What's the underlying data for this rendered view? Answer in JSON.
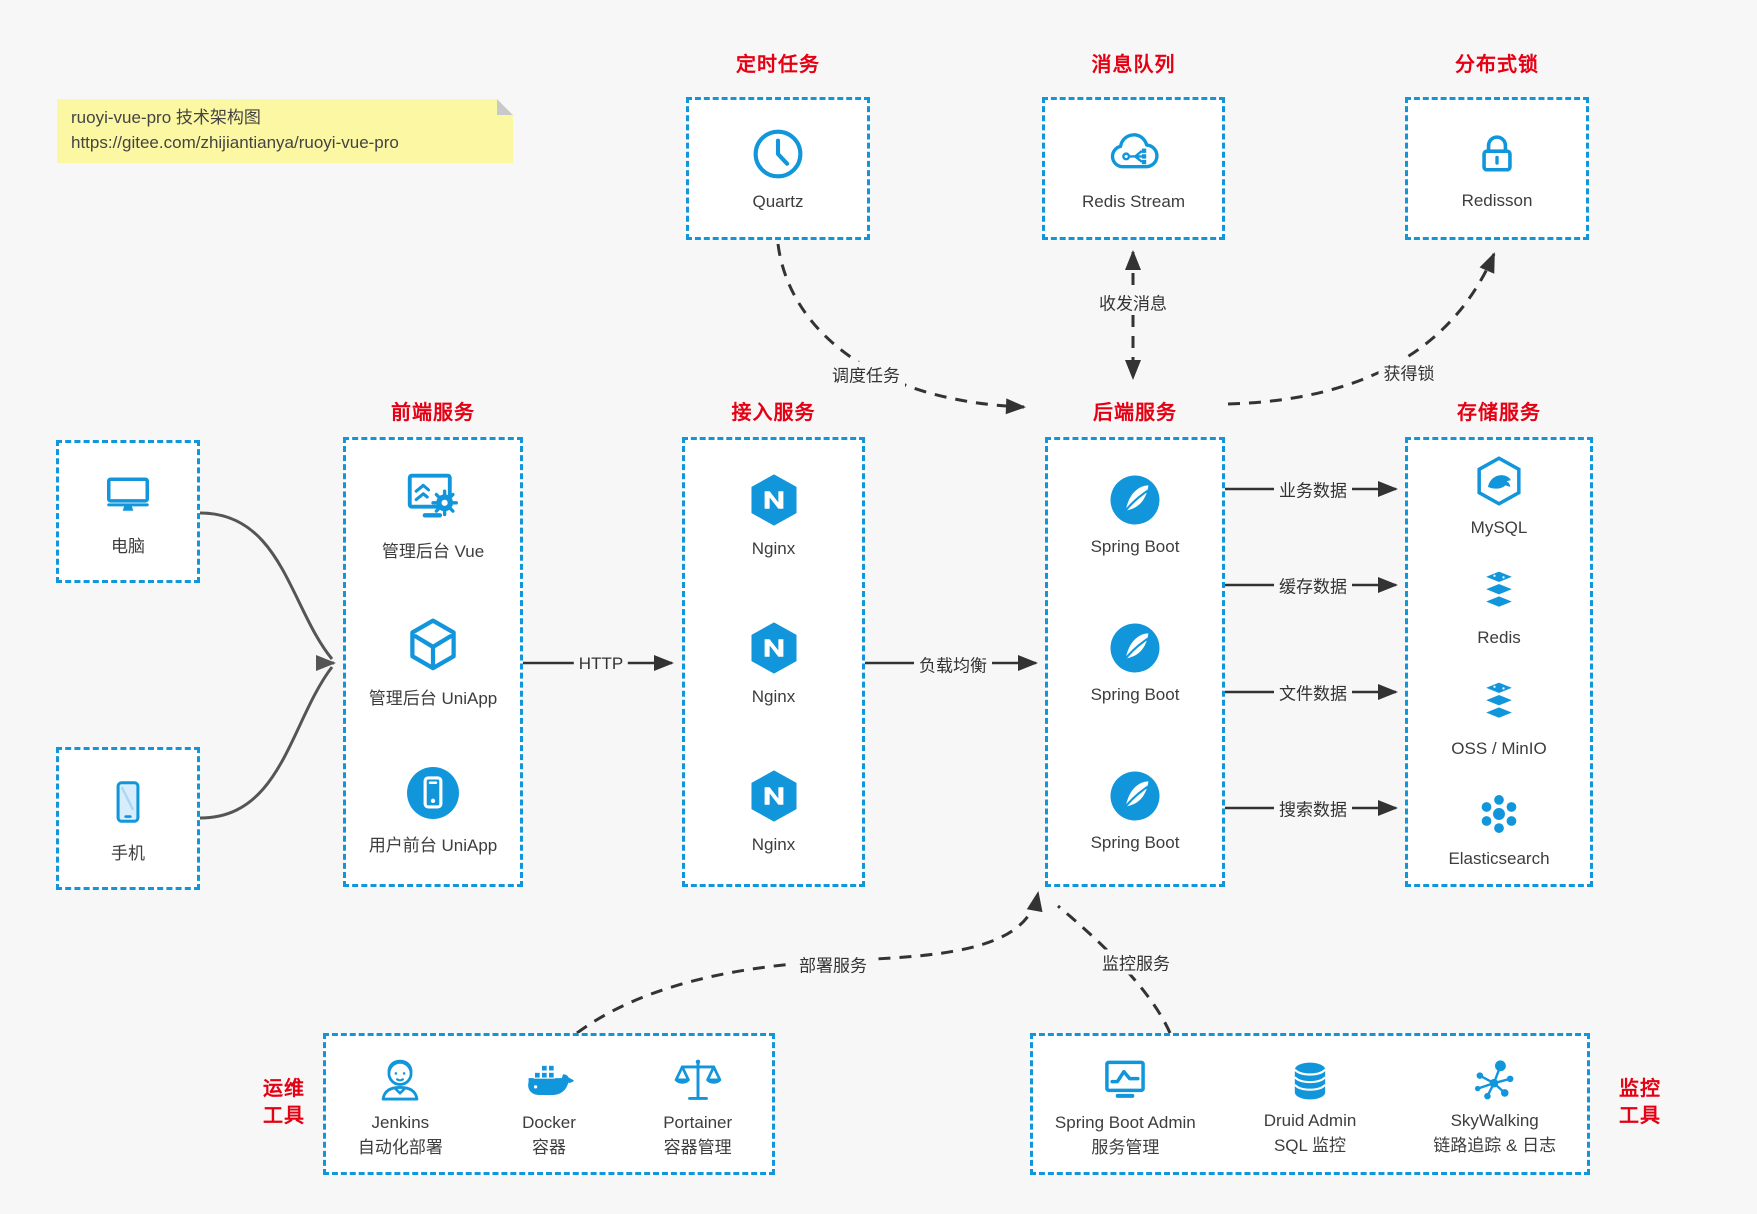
{
  "colors": {
    "accent_blue": "#1296db",
    "title_red": "#e60013",
    "arrow_dark": "#333333",
    "arrow_gray": "#555555",
    "note_bg": "#fbf7a2",
    "canvas_bg": "#f7f7f7"
  },
  "note": {
    "title": "ruoyi-vue-pro 技术架构图",
    "url": "https://gitee.com/zhijiantianya/ruoyi-vue-pro"
  },
  "top": {
    "schedule": {
      "title": "定时任务",
      "label": "Quartz"
    },
    "mq": {
      "title": "消息队列",
      "label": "Redis Stream"
    },
    "lock": {
      "title": "分布式锁",
      "label": "Redisson"
    }
  },
  "clients": {
    "pc": "电脑",
    "mobile": "手机"
  },
  "frontend": {
    "title": "前端服务",
    "items": [
      "管理后台 Vue",
      "管理后台 UniApp",
      "用户前台 UniApp"
    ]
  },
  "gateway": {
    "title": "接入服务",
    "items": [
      "Nginx",
      "Nginx",
      "Nginx"
    ]
  },
  "backend": {
    "title": "后端服务",
    "items": [
      "Spring Boot",
      "Spring Boot",
      "Spring Boot"
    ]
  },
  "storage": {
    "title": "存储服务",
    "items": [
      "MySQL",
      "Redis",
      "OSS / MinIO",
      "Elasticsearch"
    ]
  },
  "edges": {
    "http": "HTTP",
    "load_balance": "负载均衡",
    "schedule": "调度任务",
    "mq": "收发消息",
    "lock": "获得锁",
    "business": "业务数据",
    "cache": "缓存数据",
    "file": "文件数据",
    "search": "搜索数据",
    "deploy": "部署服务",
    "monitor": "监控服务"
  },
  "ops": {
    "side": [
      "运维",
      "工具"
    ],
    "items": [
      {
        "name": "Jenkins",
        "desc": "自动化部署"
      },
      {
        "name": "Docker",
        "desc": "容器"
      },
      {
        "name": "Portainer",
        "desc": "容器管理"
      }
    ]
  },
  "monitoring": {
    "side": [
      "监控",
      "工具"
    ],
    "items": [
      {
        "name": "Spring Boot Admin",
        "desc": "服务管理"
      },
      {
        "name": "Druid Admin",
        "desc": "SQL 监控"
      },
      {
        "name": "SkyWalking",
        "desc": "链路追踪 & 日志"
      }
    ]
  }
}
